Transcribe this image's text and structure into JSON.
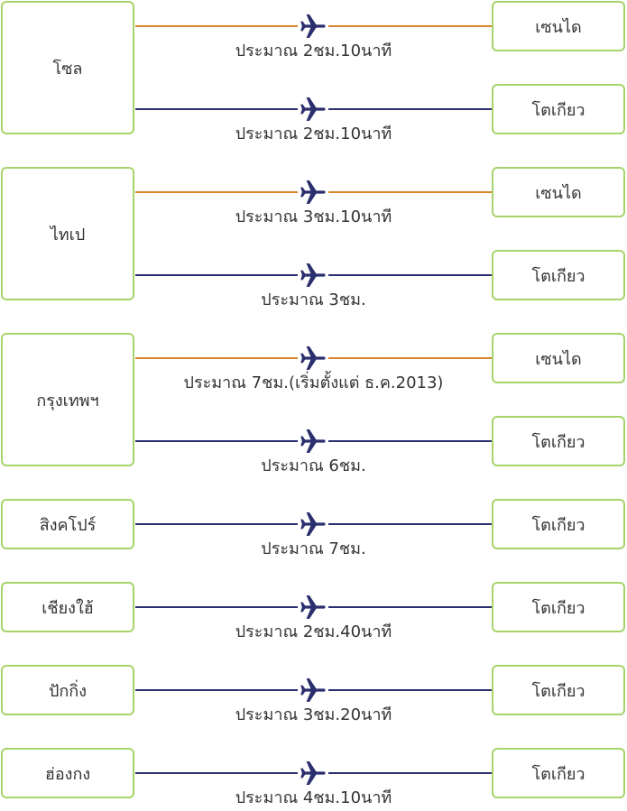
{
  "colors": {
    "box_border": "#a6d46a",
    "sendai_line": "#d9852c",
    "tokyo_line": "#2b2f6e",
    "plane": "#2b2f6e"
  },
  "groups": [
    {
      "origin": "โซล",
      "routes": [
        {
          "dest": "เซนได",
          "time": "ประมาณ 2ชม.10นาที",
          "line": "sendai"
        },
        {
          "dest": "โตเกียว",
          "time": "ประมาณ 2ชม.10นาที",
          "line": "tokyo"
        }
      ]
    },
    {
      "origin": "ไทเป",
      "routes": [
        {
          "dest": "เซนได",
          "time": "ประมาณ 3ชม.10นาที",
          "line": "sendai"
        },
        {
          "dest": "โตเกียว",
          "time": "ประมาณ 3ชม.",
          "line": "tokyo"
        }
      ]
    },
    {
      "origin": "กรุงเทพฯ",
      "routes": [
        {
          "dest": "เซนได",
          "time": "ประมาณ 7ชม.(เริ่มตั้งแต่ ธ.ค.2013)",
          "line": "sendai"
        },
        {
          "dest": "โตเกียว",
          "time": "ประมาณ 6ชม.",
          "line": "tokyo"
        }
      ]
    },
    {
      "origin": "สิงคโปร์",
      "routes": [
        {
          "dest": "โตเกียว",
          "time": "ประมาณ 7ชม.",
          "line": "tokyo"
        }
      ]
    },
    {
      "origin": "เชียงใฮ้",
      "routes": [
        {
          "dest": "โตเกียว",
          "time": "ประมาณ 2ชม.40นาที",
          "line": "tokyo"
        }
      ]
    },
    {
      "origin": "ปักกิ่ง",
      "routes": [
        {
          "dest": "โตเกียว",
          "time": "ประมาณ 3ชม.20นาที",
          "line": "tokyo"
        }
      ]
    },
    {
      "origin": "ฮ่องกง",
      "routes": [
        {
          "dest": "โตเกียว",
          "time": "ประมาณ 4ชม.10นาที",
          "line": "tokyo"
        }
      ]
    }
  ]
}
